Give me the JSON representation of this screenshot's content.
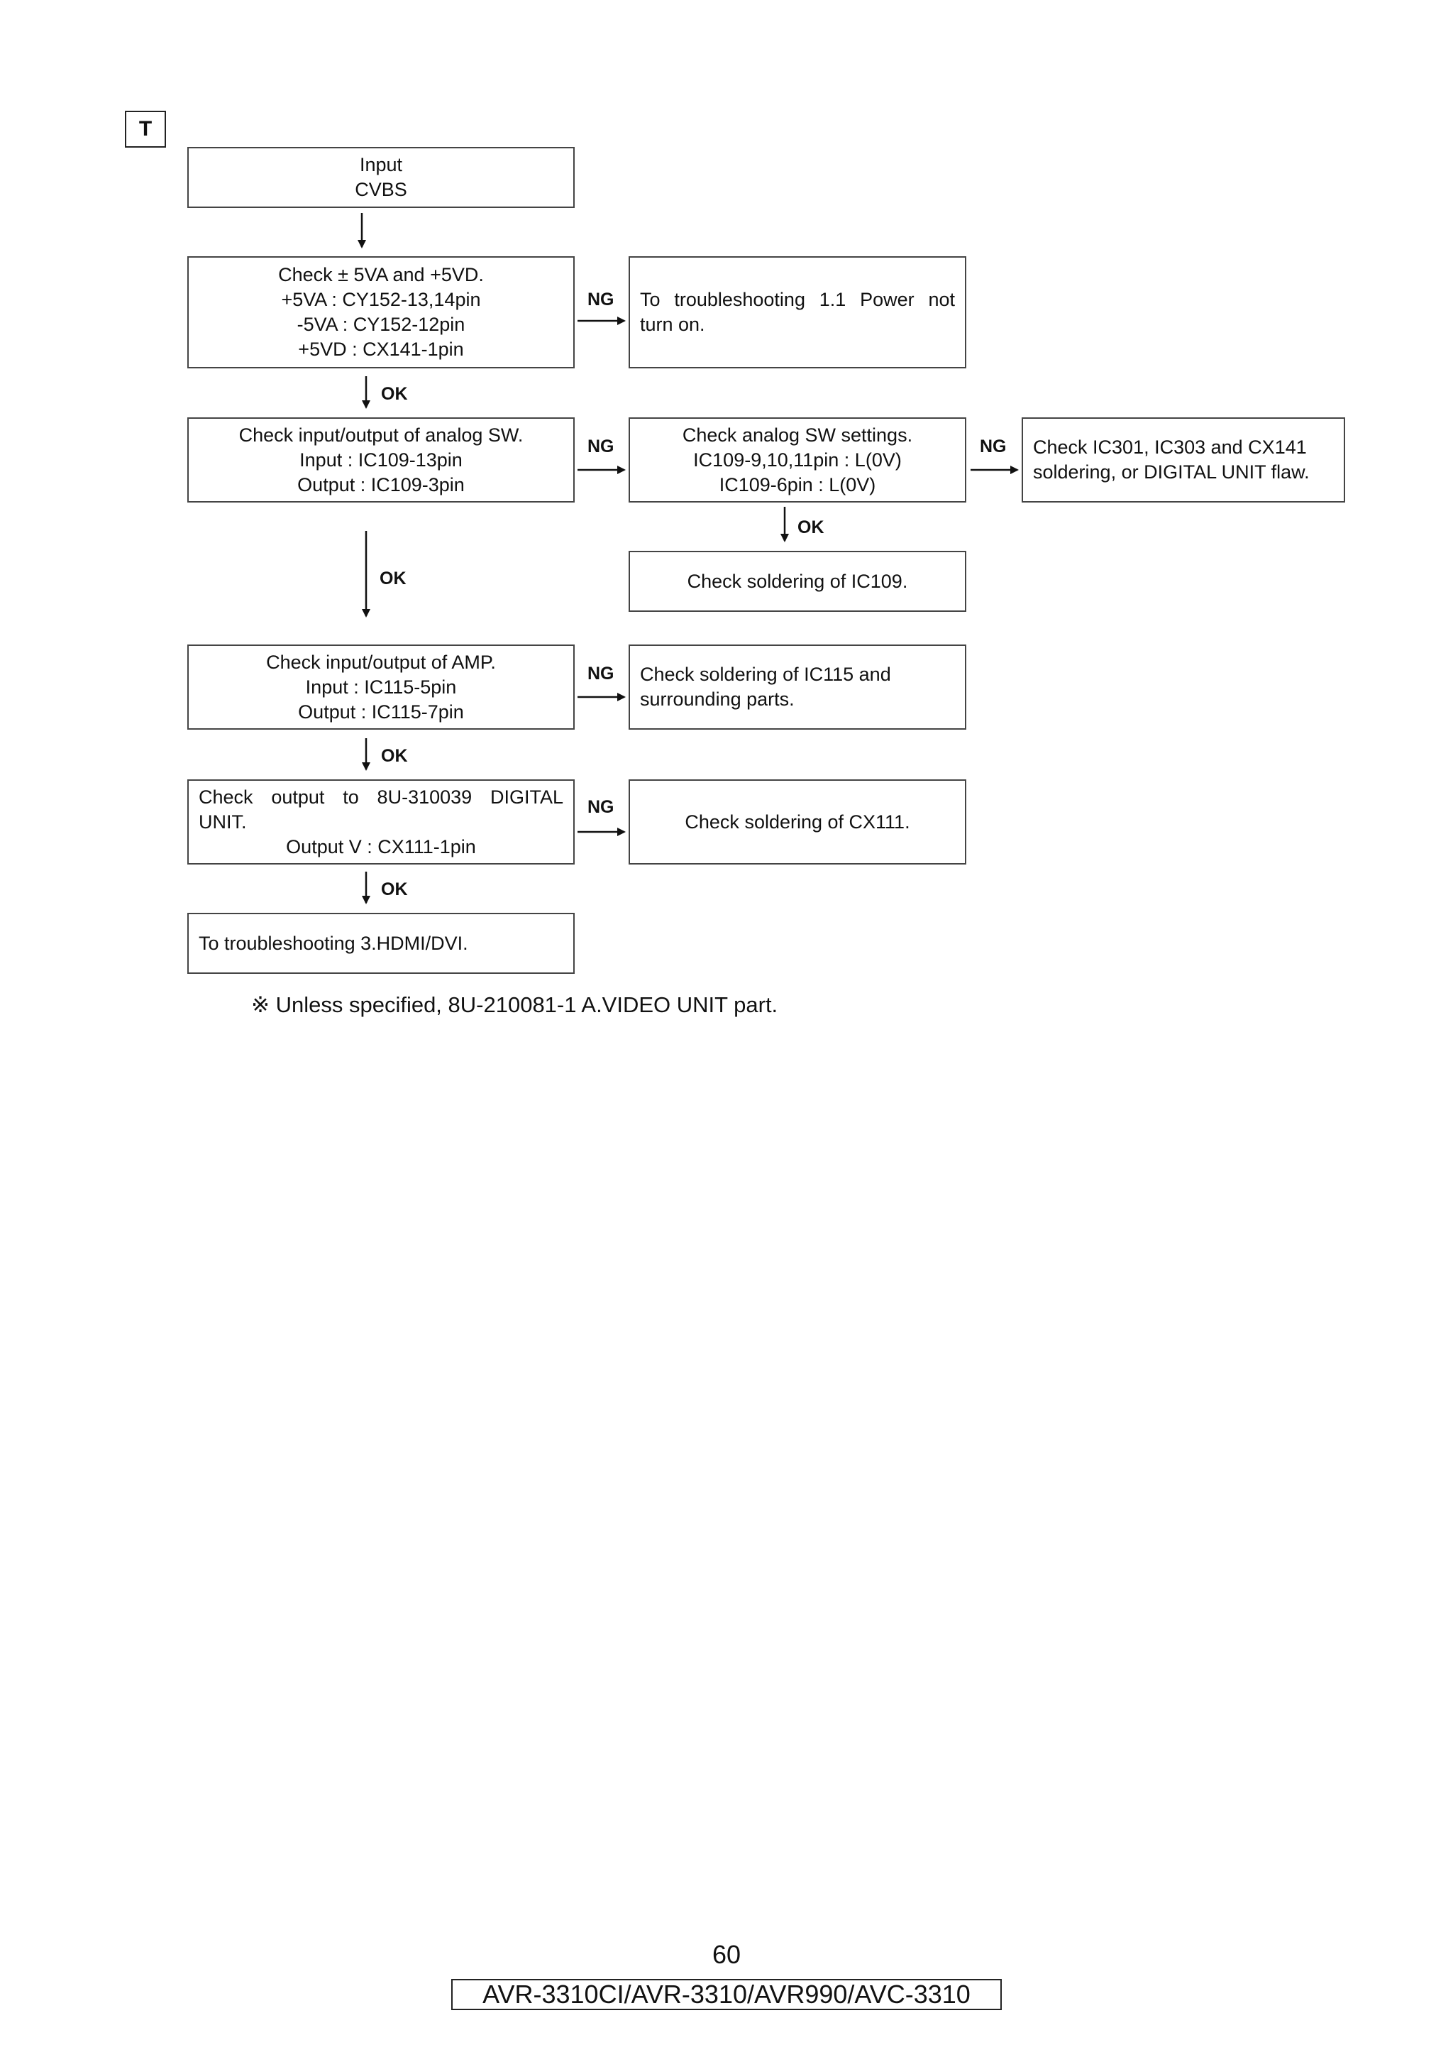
{
  "section_tag": "T",
  "steps": {
    "input": [
      "Input",
      "CVBS"
    ],
    "power_check": [
      "Check ± 5VA and +5VD.",
      "+5VA : CY152-13,14pin",
      "-5VA : CY152-12pin",
      "+5VD : CX141-1pin"
    ],
    "power_ng": [
      "To troubleshooting 1.1 Power not",
      "turn on."
    ],
    "analog_sw_check": [
      "Check input/output of analog SW.",
      "Input : IC109-13pin",
      "Output : IC109-3pin"
    ],
    "analog_sw_settings": [
      "Check analog SW settings.",
      "IC109-9,10,11pin : L(0V)",
      "IC109-6pin : L(0V)"
    ],
    "ic301_check": [
      "Check IC301, IC303 and CX141",
      "soldering, or DIGITAL UNIT flaw."
    ],
    "ic109_soldering": [
      "Check soldering of IC109."
    ],
    "amp_check": [
      "Check input/output of AMP.",
      "Input : IC115-5pin",
      "Output : IC115-7pin"
    ],
    "ic115_soldering": [
      "Check soldering of IC115 and",
      "surrounding parts."
    ],
    "digital_output_check": [
      "Check output to 8U-310039 DIGITAL",
      "UNIT.",
      "Output V : CX111-1pin"
    ],
    "cx111_soldering": [
      "Check soldering of CX111."
    ],
    "hdmi": [
      "To troubleshooting 3.HDMI/DVI."
    ]
  },
  "labels": {
    "ok": "OK",
    "ng": "NG"
  },
  "note": "※  Unless specified, 8U-210081-1 A.VIDEO UNIT part.",
  "page_number": "60",
  "footer_model": "AVR-3310CI/AVR-3310/AVR990/AVC-3310"
}
